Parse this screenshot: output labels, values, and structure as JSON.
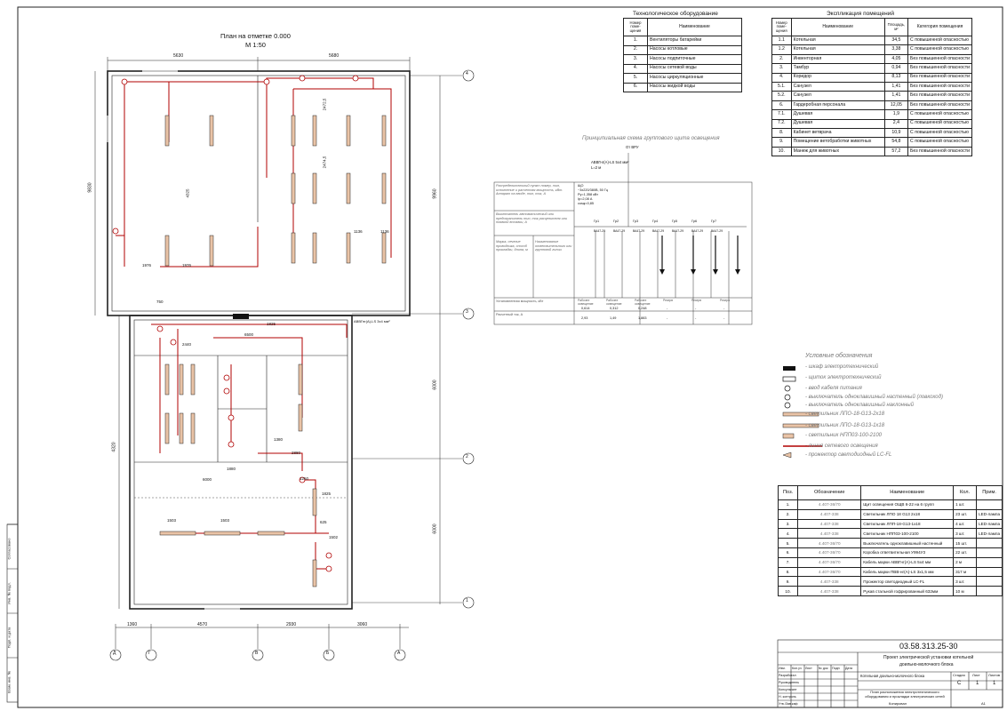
{
  "plan": {
    "title": "План на отметке 0.000",
    "scale": "М 1:50",
    "dims_top": [
      "5630",
      "5680"
    ],
    "dims_left": [
      "9830",
      "4320"
    ],
    "dims_right": [
      "9960",
      "6000",
      "6000"
    ],
    "dims_bottom": [
      "1360",
      "4570",
      "2930",
      "3060"
    ],
    "axes_right": [
      "4",
      "3",
      "2",
      "1"
    ],
    "axes_bottom": [
      "Д",
      "Г",
      "В",
      "Б",
      "А"
    ],
    "cable_label": "АВВГнг(А)-LS 3х4 мм²",
    "inner_dims": [
      "1976",
      "1976",
      "750",
      "2440",
      "1825",
      "6500",
      "1880",
      "6000",
      "1380",
      "2880",
      "1250",
      "1825",
      "1503",
      "1503",
      "625",
      "1502",
      "1136",
      "1136",
      "4325",
      "2472,5",
      "2474,5"
    ]
  },
  "equipment": {
    "title": "Технологическое оборудование",
    "headers": [
      "Номер поме-щения",
      "Наименование"
    ],
    "rows": [
      [
        "1.",
        "Вентиляторы батарейки"
      ],
      [
        "2.",
        "Насосы котловые"
      ],
      [
        "3.",
        "Насосы подпиточные"
      ],
      [
        "4.",
        "Насосы сетевой воды"
      ],
      [
        "5.",
        "Насосы циркуляционные"
      ],
      [
        "6.",
        "Насосы жидкой воды"
      ]
    ]
  },
  "rooms": {
    "title": "Экспликация помещений",
    "headers": [
      "Номер поме-щения",
      "Наименование",
      "Площадь, м²",
      "Категория помещения"
    ],
    "rows": [
      [
        "1.1",
        "Котельная",
        "34,5",
        "С повышенной опасностью"
      ],
      [
        "1.2",
        "Котельная",
        "3,38",
        "С повышенной опасностью"
      ],
      [
        "2.",
        "Инвенторная",
        "4,05",
        "Без повышенной опасности"
      ],
      [
        "3.",
        "Тамбур",
        "0,94",
        "Без повышенной опасности"
      ],
      [
        "4.",
        "Коридор",
        "8,13",
        "Без повышенной опасности"
      ],
      [
        "5.1.",
        "Санузел",
        "1,41",
        "Без повышенной опасности"
      ],
      [
        "5.2.",
        "Санузел",
        "1,41",
        "Без повышенной опасности"
      ],
      [
        "6.",
        "Гардеробная персонала",
        "12,05",
        "Без повышенной опасности"
      ],
      [
        "7.1.",
        "Душевая",
        "1,9",
        "С повышенной опасностью"
      ],
      [
        "7.2.",
        "Душевая",
        "2,4",
        "С повышенной опасностью"
      ],
      [
        "8.",
        "Кабинет ветврача",
        "10,9",
        "С повышенной опасностью"
      ],
      [
        "9.",
        "Помещение ветобработки животных",
        "54,8",
        "С повышенной опасностью"
      ],
      [
        "10.",
        "Манеж для животных",
        "57,2",
        "Без повышенной опасности"
      ]
    ]
  },
  "schematic": {
    "title": "Принципиальная схема группового щита освещения",
    "feeder": "От ВРУ",
    "cable": "АВВГнг(А)-LS 5х4 мм²",
    "cable_len": "L=2 м",
    "left_labels": [
      "Распределительный пункт номер, тип, исполнение и расчетная мощность, кВт. Аппарат на вводе, тип, ток, А",
      "Выключатель автоматический или предохранитель тип, ток расцепителя или плавкой вставки, А",
      "Марка, сечение проводника, способ прокладки, длина, м",
      "Наименование ответвительного или групповой линии"
    ],
    "panel_spec": [
      "ЩО",
      "~3х220/380В, 50 Гц",
      "Pу=1,358 кВт",
      "Iр=2,08 А",
      "cosφ=0,85"
    ],
    "groups": [
      "Гр1",
      "Гр2",
      "Гр3",
      "Гр4",
      "Гр5",
      "Гр6",
      "Гр7"
    ],
    "breaker": "ВА47-29",
    "bottom_headers": [
      "Рабочее освещение",
      "Рабочее освещение",
      "Рабочее освещение",
      "Резерв",
      "Резерв",
      "Резерв"
    ],
    "row_power": "Установленная мощность, кВт",
    "row_current": "Расчетный ток, А",
    "power_values": [
      "0,614",
      "0,312",
      "0,248",
      "-",
      "-",
      "-"
    ],
    "current_values": [
      "2,93",
      "1,49",
      "1,883",
      "-",
      "-",
      "-"
    ]
  },
  "legend": {
    "title": "Условные обозначения",
    "items": [
      "- шкаф электротехнический",
      "- щиток электротехнический",
      "- ввод кабеля питания",
      "- выключатель одноклавишный настенный (ловкоход)",
      "- выключатель одноклавишный наклонный",
      "- светильник ЛПО-18-G13-2х18",
      "- светильник ЛПО-18-G13-1х18",
      "- светильник НПП03-100-2100",
      "- линия сетевого освещения",
      "- прожектор светодиодный LC-FL"
    ]
  },
  "spec": {
    "headers": [
      "Поз.",
      "Обозначение",
      "Наименование",
      "Кол.",
      "Прим."
    ],
    "rows": [
      [
        "1.",
        "4.407-36/70",
        "Щит освещения ОЩВ 6-22 на 6 групп",
        "1 шт.",
        ""
      ],
      [
        "2.",
        "4.407-338",
        "Светильник ЛПО 18 G13 2х18",
        "23 шт.",
        "LED-лампа"
      ],
      [
        "3.",
        "4.407-338",
        "Светильник ЛПП-18-G13-1х18",
        "4 шт.",
        "LED-лампа"
      ],
      [
        "4.",
        "4.407-338",
        "Светильник НПП03-100-2100",
        "3 шт.",
        "LED-лампа"
      ],
      [
        "5.",
        "4.407-36/70",
        "Выключатель одноклавишный настенный",
        "15 шт.",
        ""
      ],
      [
        "6.",
        "4.407-36/70",
        "Коробка ответвительная У994У3",
        "22 шт.",
        ""
      ],
      [
        "7.",
        "4.407-36/70",
        "Кабель марки АВВГнг(А)-LS 5х4 мм",
        "2 м",
        ""
      ],
      [
        "8.",
        "4.407-36/70",
        "Кабель марки ПВВ-нг(А)-LS 3х1,5 мм",
        "317 м",
        ""
      ],
      [
        "9.",
        "4.407-338",
        "Прожектор светодиодный LC-FL",
        "3 шт.",
        ""
      ],
      [
        "10.",
        "4.407-338",
        "Рукав стальной гофрированный 632мм",
        "10 м",
        ""
      ]
    ]
  },
  "titleblock": {
    "code": "03.58.313.25-30",
    "project": "Проект электрической установки котельной",
    "project2": "доильно-молочного блока",
    "object": "Котельная доильно-молочного блока",
    "sheet_title": "План расположения электротехнического оборудования и прокладки электрических сетей",
    "stage_h": "Стадия",
    "sheet_h": "Лист",
    "sheets_h": "Листов",
    "stage": "С",
    "sheet": "1",
    "sheets": "1",
    "cols": [
      "Изм.",
      "Кол.уч",
      "Лист",
      "№ док",
      "Подп",
      "Дата"
    ],
    "roles": [
      "Разработал",
      "Руководитель",
      "Консультант",
      "Н. контроль",
      "Утв./Зав.каф"
    ],
    "copied": "Копировал",
    "format": "А1",
    "side": [
      "Взам. инв. №",
      "Подп. и дата",
      "Инв. № подл.",
      "Согласовано"
    ]
  }
}
